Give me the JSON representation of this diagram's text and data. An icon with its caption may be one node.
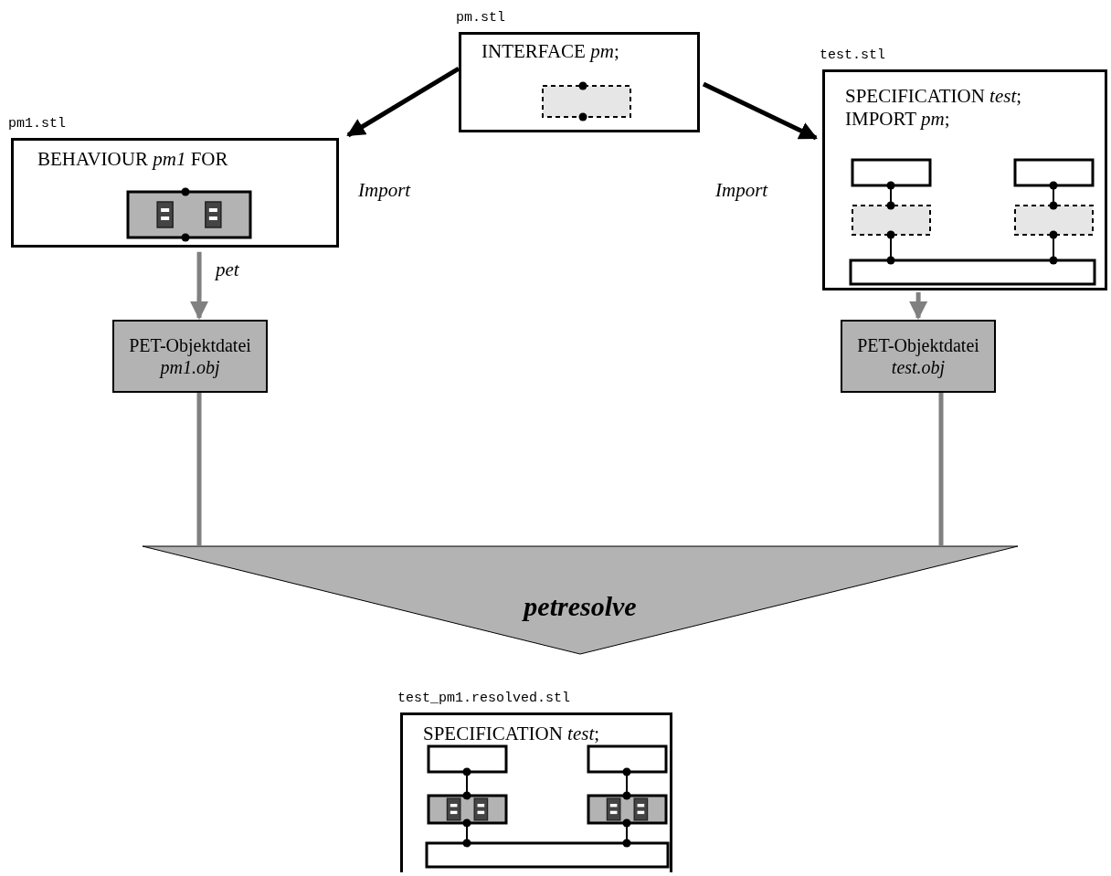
{
  "diagram": {
    "nodes": [
      {
        "text": [
          "pm.stl",
          "INTERFACE *pm*;"
        ]
      },
      {
        "text": [
          "pm1.stl",
          "BEHAVIOUR *pm1* FOR"
        ]
      },
      {
        "text": [
          "test.stl",
          "SPECIFICATION *test*; IMPORT *pm*;"
        ]
      },
      {
        "text": [
          "PET-Objektdatei *pm1.obj*"
        ]
      },
      {
        "text": [
          "PET-Objektdatei *test.obj*"
        ]
      },
      {
        "text": [
          "petresolve"
        ]
      },
      {
        "text": [
          "test_pm1.resolved.stl",
          "SPECIFICATION *test*;"
        ]
      }
    ],
    "edges": [
      {
        "from": 0,
        "to": 1,
        "arrow": "to",
        "label": "Import",
        "color": "#000000"
      },
      {
        "from": 0,
        "to": 2,
        "arrow": "to",
        "label": "Import",
        "color": "#000000"
      },
      {
        "from": 1,
        "to": 3,
        "arrow": "to",
        "label": "pet"
      },
      {
        "from": 2,
        "to": 4,
        "arrow": "to"
      },
      {
        "from": 3,
        "to": 5,
        "arrow": "none"
      },
      {
        "from": 4,
        "to": 5,
        "arrow": "none"
      }
    ]
  }
}
